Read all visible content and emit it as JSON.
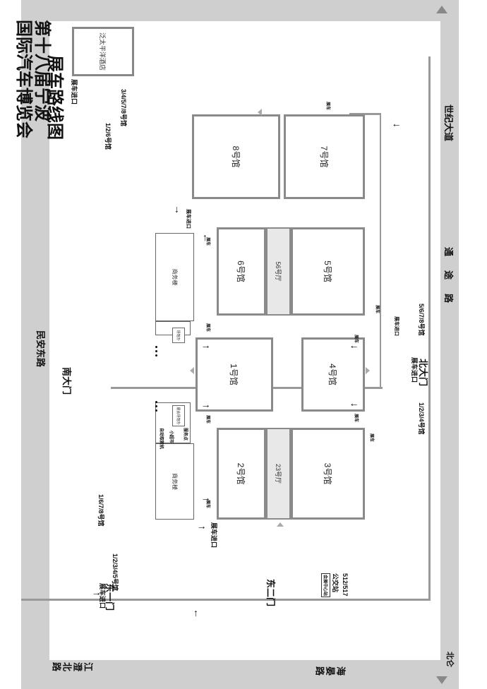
{
  "title": {
    "line1": "第十八届宁波",
    "line2": "国际汽车博览会",
    "line3": "展车路线图"
  },
  "roads": {
    "shiji": "世纪大道",
    "tongtu": "通途路",
    "haiyan": "海晏路",
    "minan": "民安东路",
    "jiangcheng": "江澄北路"
  },
  "directions": {
    "beilun": "北仑"
  },
  "gates": {
    "north": "北大门",
    "south": "南大门",
    "east1": "东一门",
    "east2": "东二门"
  },
  "halls": {
    "h1": "1号馆",
    "h2": "2号馆",
    "h3": "3号馆",
    "h4": "4号馆",
    "h5": "5号馆",
    "h6": "6号馆",
    "h7": "7号馆",
    "h8": "8号馆",
    "h23": "23号厅",
    "h56": "56号厅"
  },
  "buildings": {
    "hotel": "泛太平洋酒店",
    "office": "商务楼",
    "office2": "商务楼",
    "venue_office_1": "场馆办",
    "venue_office_2": "展会场馆办",
    "supermarket": "小超市",
    "atm": "自动取款机",
    "info": "服务点"
  },
  "bus": {
    "routes": "512/517",
    "stop": "公交站",
    "station_name": "会展中心站"
  },
  "labels": {
    "entry": "展车进口",
    "car": "展车"
  },
  "routes": {
    "n_left": "5/6/7/8号馆",
    "n_right": "1/2/3/4号馆",
    "nw_up": "3/4/5/7/8号馆",
    "nw_side": "1/2/6号馆",
    "se_side": "1/6/7/8号馆",
    "se_down": "1/2/3/4/5号馆"
  },
  "colors": {
    "road": "#cfcfcf",
    "wall": "#999999",
    "hall_border": "#8a8a8a",
    "corridor": "#e8e8e8"
  }
}
